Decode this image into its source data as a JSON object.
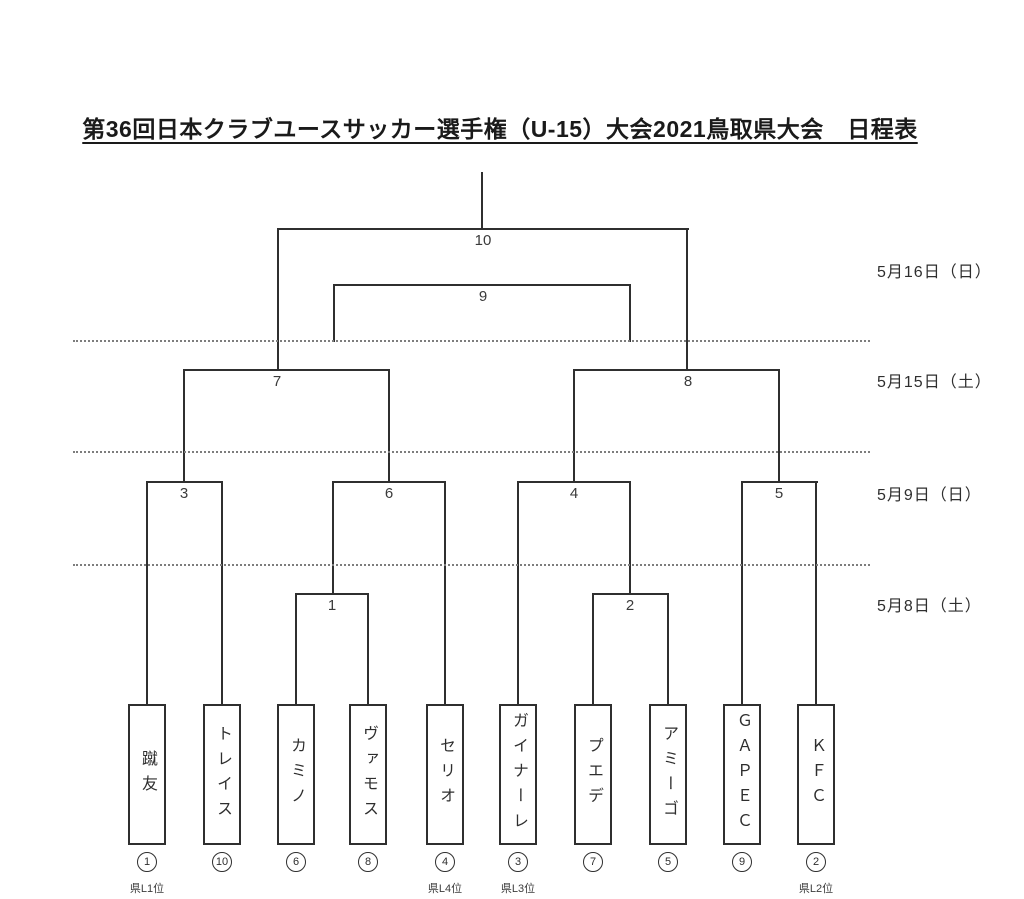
{
  "title": "第36回日本クラブユースサッカー選手権（U-15）大会2021鳥取県大会　日程表",
  "dates": [
    {
      "label": "5月16日（日）"
    },
    {
      "label": "5月15日（土）"
    },
    {
      "label": "5月9日（日）"
    },
    {
      "label": "5月8日（土）"
    }
  ],
  "matches": [
    {
      "label": "10"
    },
    {
      "label": "9"
    },
    {
      "label": "7"
    },
    {
      "label": "8"
    },
    {
      "label": "3"
    },
    {
      "label": "6"
    },
    {
      "label": "4"
    },
    {
      "label": "5"
    },
    {
      "label": "1"
    },
    {
      "label": "2"
    }
  ],
  "teams": [
    {
      "name": "蹴友",
      "seed": "1",
      "note": "県L1位"
    },
    {
      "name": "トレイス",
      "seed": "10",
      "note": ""
    },
    {
      "name": "カミノ",
      "seed": "6",
      "note": ""
    },
    {
      "name": "ヴァモス",
      "seed": "8",
      "note": ""
    },
    {
      "name": "セリオ",
      "seed": "4",
      "note": "県L4位"
    },
    {
      "name": "ガイナーレ",
      "seed": "3",
      "note": "県L3位"
    },
    {
      "name": "プエデ",
      "seed": "7",
      "note": ""
    },
    {
      "name": "アミーゴ",
      "seed": "5",
      "note": ""
    },
    {
      "name": "ＧＡＰＥＣ",
      "seed": "9",
      "note": ""
    },
    {
      "name": "ＫＦＣ",
      "seed": "2",
      "note": "県L2位"
    }
  ],
  "colors": {
    "line": "#2f2f2f",
    "separator": "#7d7d7d",
    "text": "#2e2e2e",
    "background": "#ffffff"
  }
}
